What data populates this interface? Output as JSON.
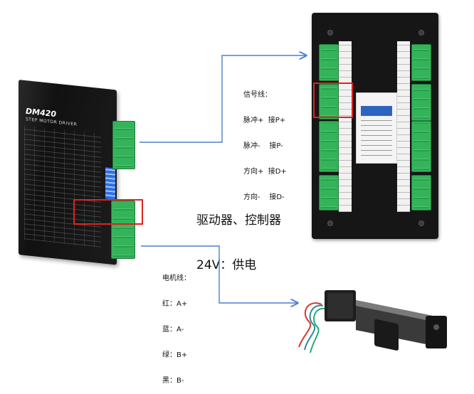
{
  "driver": {
    "model": "DM420",
    "subtitle": "STEP MOTOR DRIVER"
  },
  "signal_note": {
    "heading": "信号线：",
    "lines": [
      "脉冲+  接P+",
      "脉冲-    接P-",
      "方向+  接D+",
      "方向-    接D-"
    ]
  },
  "center_text": {
    "line1": "驱动器、控制器",
    "line2": "24V：供电"
  },
  "motor_note": {
    "heading": "电机线：",
    "lines": [
      "红：A+",
      "蓝：A-",
      "绿：B+",
      "黑：B-"
    ]
  },
  "colors": {
    "arrow": "#4a7fd0",
    "highlight": "#e0231f",
    "terminal_green": "#34b45a"
  }
}
